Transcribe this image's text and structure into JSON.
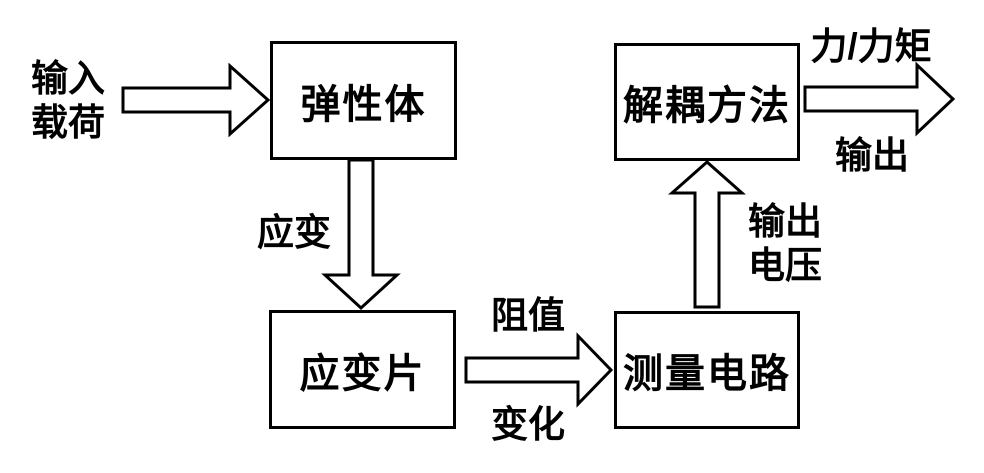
{
  "diagram": {
    "type": "flowchart",
    "background_color": "#ffffff",
    "ink_color": "#000000",
    "nodes": [
      {
        "id": "elastic-body",
        "label": "弹性体"
      },
      {
        "id": "decoupling-method",
        "label": "解耦方法"
      },
      {
        "id": "strain-gauge",
        "label": "应变片"
      },
      {
        "id": "measurement-circuit",
        "label": "测量电路"
      }
    ],
    "annotations": {
      "input_load": [
        "输入",
        "载荷"
      ],
      "strain": "应变",
      "resistance_change": [
        "阻值",
        "变化"
      ],
      "output_voltage": [
        "输出",
        "电压"
      ],
      "force_torque": "力/力矩",
      "output": "输出"
    },
    "arrows": [
      {
        "name": "input-load-arrow",
        "from": "input-load",
        "to": "elastic-body",
        "direction": "right"
      },
      {
        "name": "strain-arrow",
        "from": "elastic-body",
        "to": "strain-gauge",
        "direction": "down"
      },
      {
        "name": "resistance-arrow",
        "from": "strain-gauge",
        "to": "measurement-circuit",
        "direction": "right"
      },
      {
        "name": "voltage-arrow",
        "from": "measurement-circuit",
        "to": "decoupling-method",
        "direction": "up"
      },
      {
        "name": "output-arrow",
        "from": "decoupling-method",
        "to": "output",
        "direction": "right"
      }
    ]
  }
}
